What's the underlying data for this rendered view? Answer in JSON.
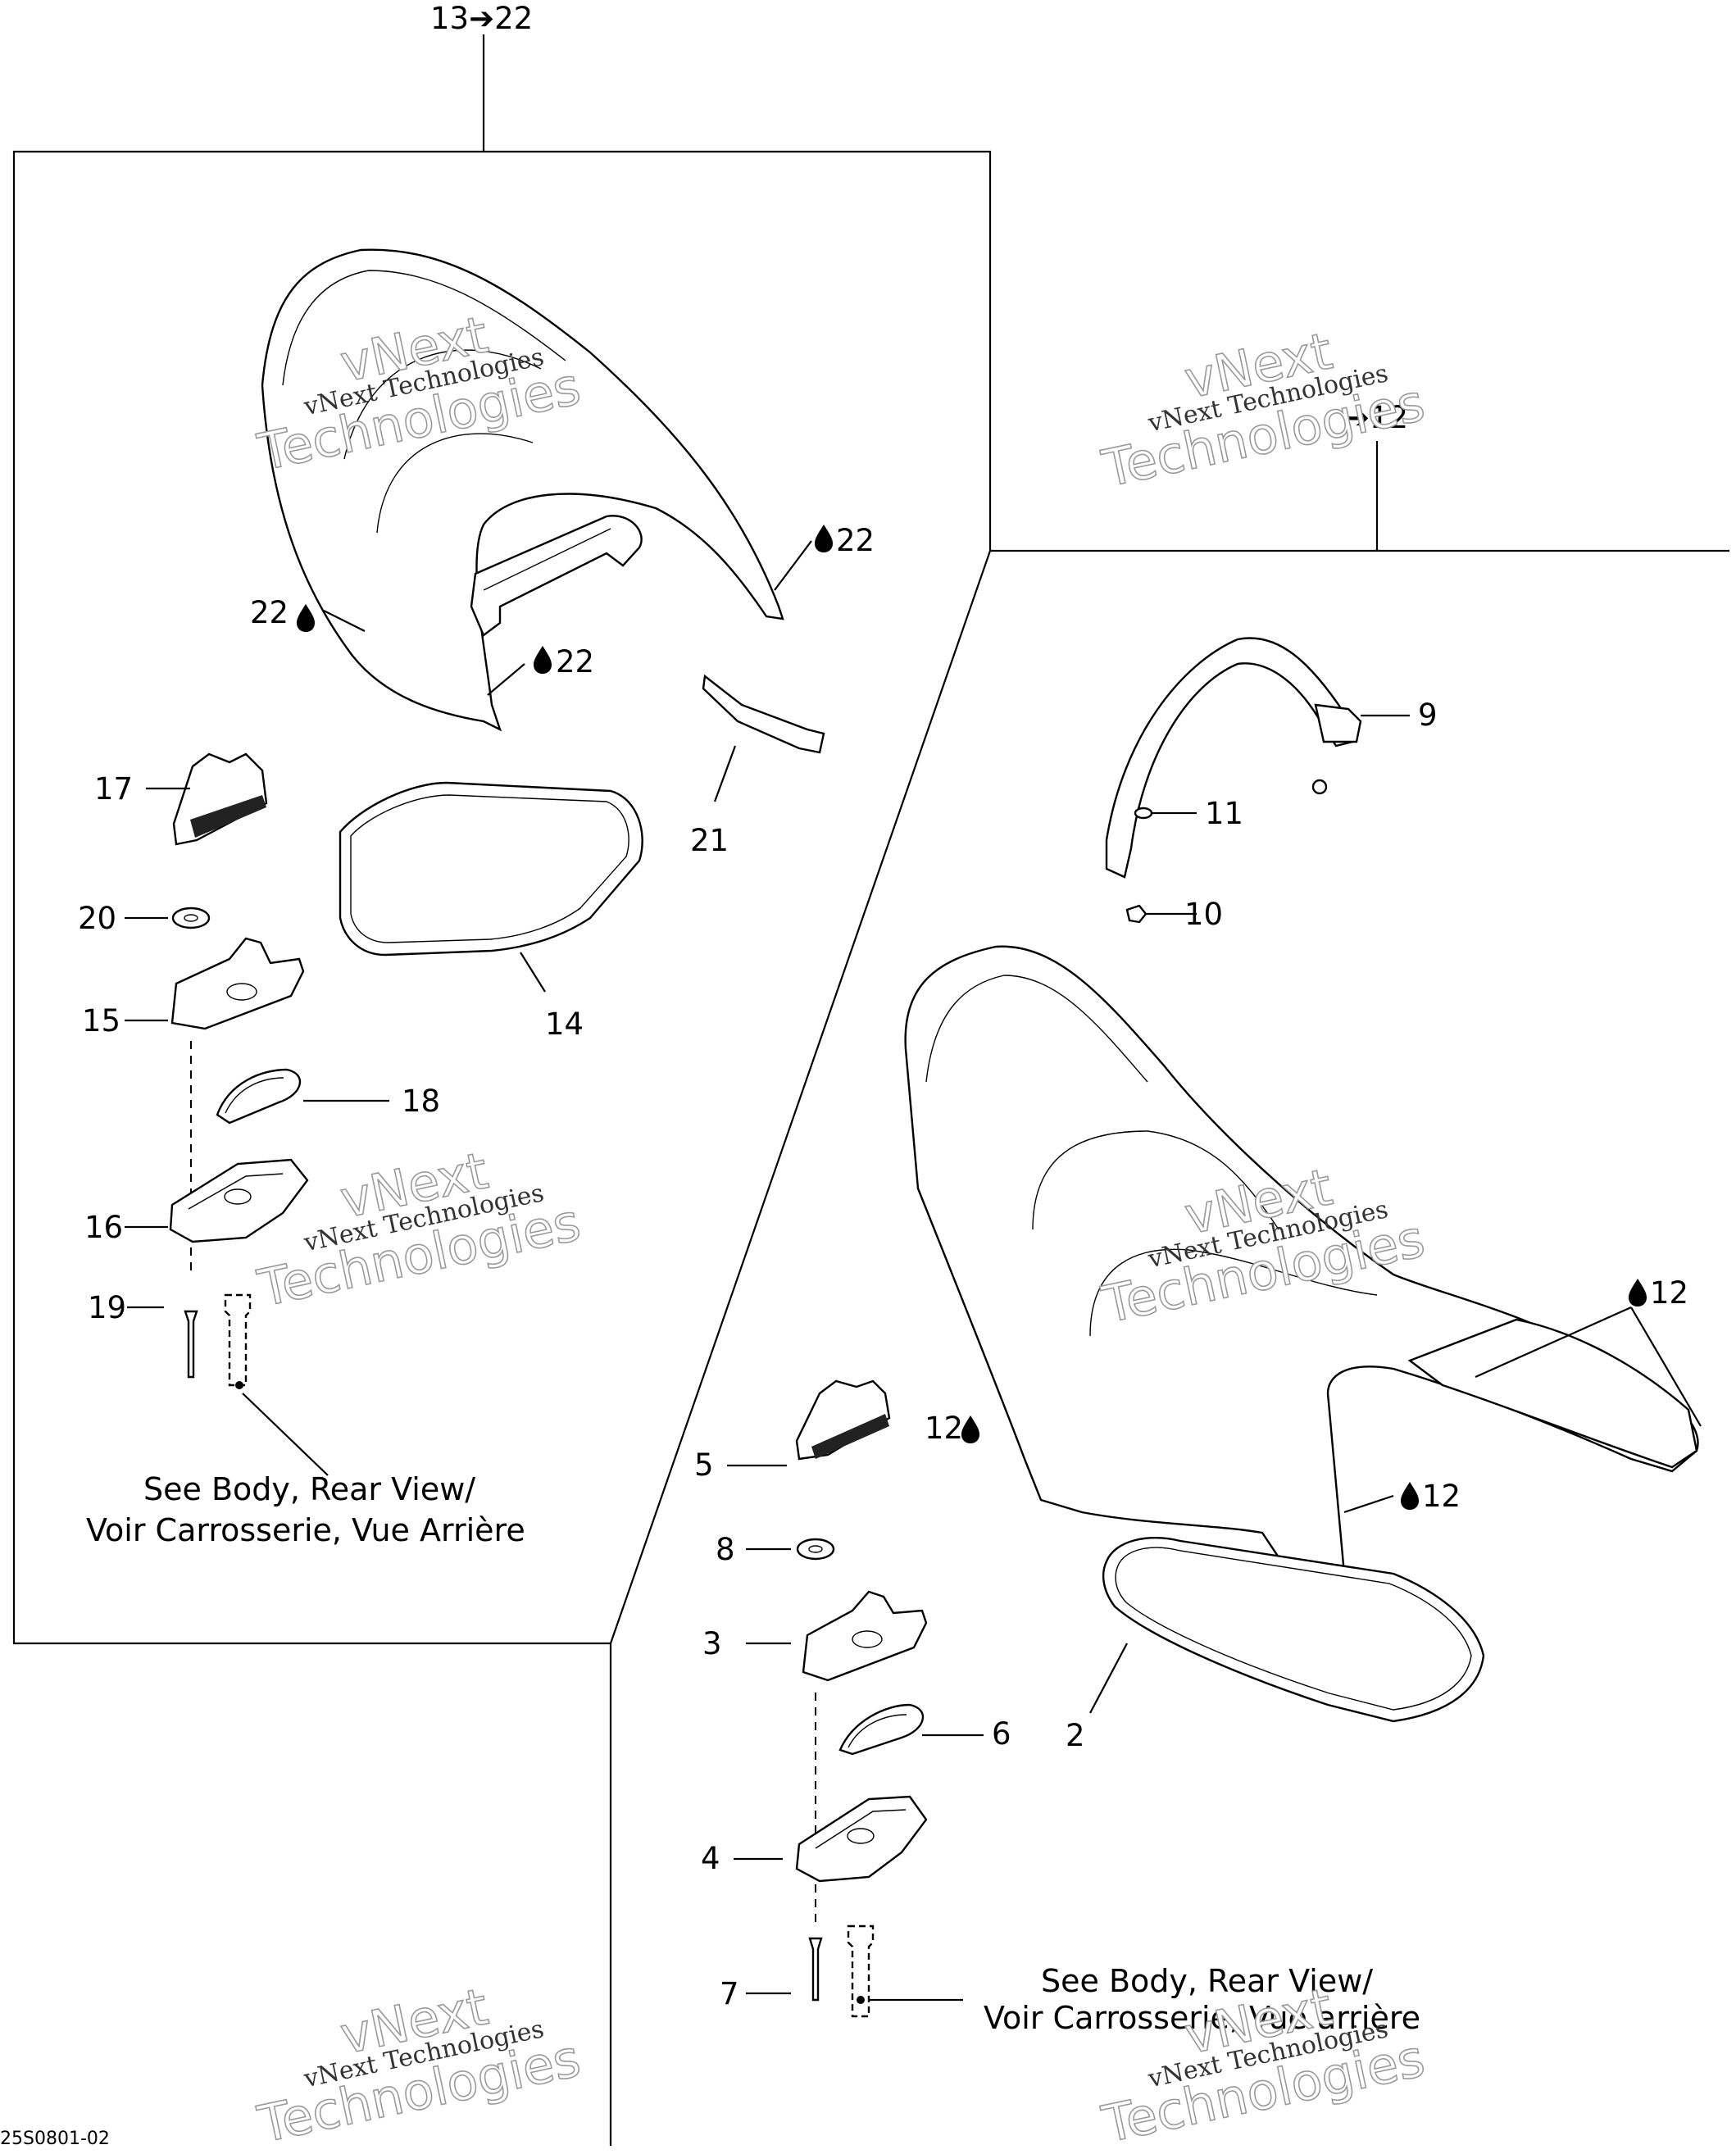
{
  "diagram": {
    "title_callout_left": "13➔22",
    "title_callout_right": "➔12",
    "callouts": [
      {
        "id": "c22a",
        "text": "22"
      },
      {
        "id": "c22b",
        "text": "22"
      },
      {
        "id": "c22c",
        "text": "22"
      },
      {
        "id": "c17",
        "text": "17"
      },
      {
        "id": "c21",
        "text": "21"
      },
      {
        "id": "c14",
        "text": "14"
      },
      {
        "id": "c20",
        "text": "20"
      },
      {
        "id": "c15",
        "text": "15"
      },
      {
        "id": "c18",
        "text": "18"
      },
      {
        "id": "c16",
        "text": "16"
      },
      {
        "id": "c19",
        "text": "19"
      },
      {
        "id": "c9",
        "text": "9"
      },
      {
        "id": "c11",
        "text": "11"
      },
      {
        "id": "c10",
        "text": "10"
      },
      {
        "id": "c12a",
        "text": "12"
      },
      {
        "id": "c12b",
        "text": "12"
      },
      {
        "id": "c12c",
        "text": "12"
      },
      {
        "id": "c5",
        "text": "5"
      },
      {
        "id": "c8",
        "text": "8"
      },
      {
        "id": "c3",
        "text": "3"
      },
      {
        "id": "c6",
        "text": "6"
      },
      {
        "id": "c2",
        "text": "2"
      },
      {
        "id": "c4",
        "text": "4"
      },
      {
        "id": "c7",
        "text": "7"
      }
    ],
    "notes": {
      "left_line1": "See Body, Rear View/",
      "left_line2": "Voir Carrosserie, Vue Arrière",
      "right_line1": "See Body, Rear View/",
      "right_line2": "Voir Carrosserie, Vue arrière"
    },
    "reference_code": "25S0801-02",
    "icons": [
      "drop-icon",
      "arrow-right-icon"
    ]
  },
  "watermark": {
    "line1": "vNext",
    "line2": "vNext Technologies",
    "line3": "Technologies"
  }
}
